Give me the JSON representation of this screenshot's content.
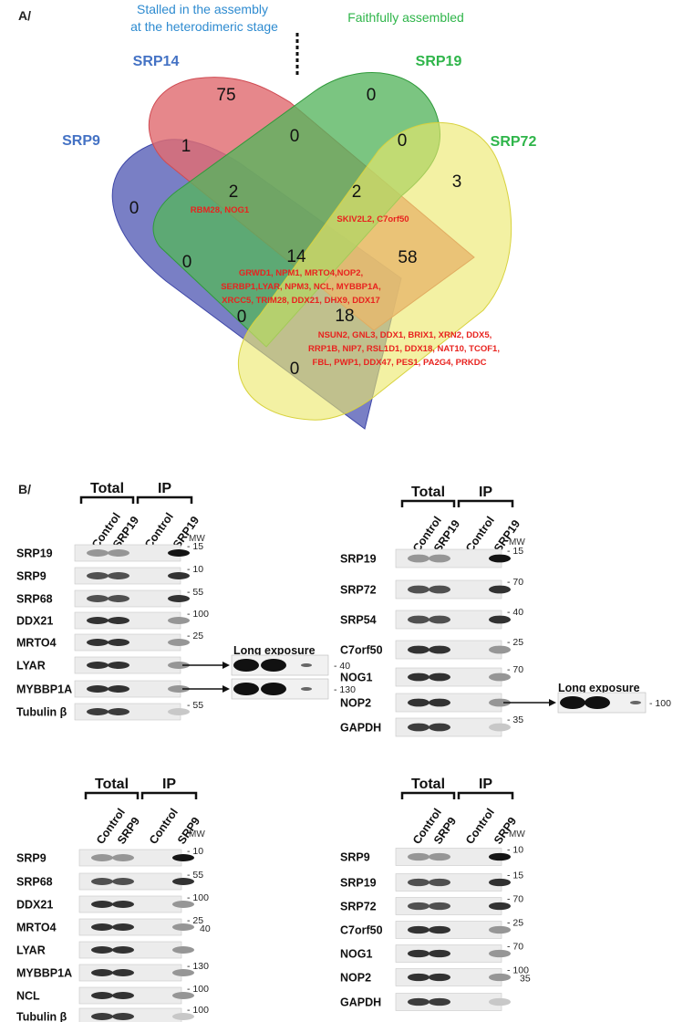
{
  "panel_a": {
    "label": "A/",
    "stalled_label": [
      "Stalled in the assembly",
      "at the heterodimeric stage"
    ],
    "faithful_label": "Faithfully assembled",
    "set_names": {
      "srp14": "SRP14",
      "srp19": "SRP19",
      "srp9": "SRP9",
      "srp72": "SRP72"
    },
    "colors": {
      "srp9": "#5b63b8",
      "srp14": "#e06d72",
      "srp19": "#56b55e",
      "srp72": "#ece86a",
      "blue_text": "#4472c4",
      "green_text": "#2fb54a",
      "blue_title": "#2e8bd0",
      "red_text": "#e8231f"
    },
    "counts": {
      "srp14_only": "75",
      "srp19_only": "0",
      "srp9_only": "0",
      "srp72_only": "3",
      "srp9_srp14": "1",
      "srp14_srp19": "0",
      "srp19_srp72": "0",
      "srp9_srp14_srp19": "2",
      "srp14_srp19_srp72": "2",
      "srp9_srp19": "0",
      "all_four": "14",
      "srp14_srp72": "58",
      "srp9_srp19_srp72": "0",
      "srp9_srp14_srp72": "18",
      "srp9_srp72": "0"
    },
    "genes": {
      "trio_left": "RBM28, NOG1",
      "trio_right": "SKIV2L2, C7orf50",
      "all_four": [
        "GRWD1, NPM1, MRTO4,NOP2,",
        "SERBP1,LYAR, NPM3, NCL, MYBBP1A,",
        "XRCC5, TRIM28, DDX21, DHX9, DDX17"
      ],
      "trio_bottom": [
        "NSUN2, GNL3, DDX1, BRIX1, XRN2, DDX5,",
        "RRP1B, NIP7, RSL1D1, DDX18, NAT10, TCOF1,",
        "FBL, PWP1, DDX47, PES1, PA2G4, PRKDC"
      ]
    }
  },
  "panel_b": {
    "label": "B/",
    "header": {
      "total": "Total",
      "ip": "IP",
      "mw": "MW",
      "control": "Control",
      "long_exposure": "Long exposure"
    },
    "blots": [
      {
        "bait": "SRP19",
        "rows": [
          {
            "name": "SRP19",
            "mw": "15"
          },
          {
            "name": "SRP9",
            "mw": "10"
          },
          {
            "name": "SRP68",
            "mw": "55"
          },
          {
            "name": "DDX21",
            "mw": "100"
          },
          {
            "name": "MRTO4",
            "mw": "25"
          },
          {
            "name": "LYAR",
            "mw": ""
          },
          {
            "name": "MYBBP1A",
            "mw": ""
          },
          {
            "name": "Tubulin β",
            "mw": "55"
          }
        ],
        "long_exposure": [
          {
            "mw": "40"
          },
          {
            "mw": "130"
          }
        ]
      },
      {
        "bait": "SRP19",
        "rows": [
          {
            "name": "SRP19",
            "mw": "15"
          },
          {
            "name": "SRP72",
            "mw": "70"
          },
          {
            "name": "SRP54",
            "mw": "40"
          },
          {
            "name": "C7orf50",
            "mw": "25"
          },
          {
            "name": "NOG1",
            "mw": "70"
          },
          {
            "name": "NOP2",
            "mw": ""
          },
          {
            "name": "GAPDH",
            "mw": "35"
          }
        ],
        "long_exposure": [
          {
            "mw": "100"
          }
        ]
      },
      {
        "bait": "SRP9",
        "rows": [
          {
            "name": "SRP9",
            "mw": "10"
          },
          {
            "name": "SRP68",
            "mw": "55"
          },
          {
            "name": "DDX21",
            "mw": "100"
          },
          {
            "name": "MRTO4",
            "mw": "25",
            "mw2": "40"
          },
          {
            "name": "LYAR",
            "mw": ""
          },
          {
            "name": "MYBBP1A",
            "mw": "130"
          },
          {
            "name": "NCL",
            "mw": "100"
          },
          {
            "name": "Tubulin β",
            "mw": "100"
          }
        ]
      },
      {
        "bait": "SRP9",
        "rows": [
          {
            "name": "SRP9",
            "mw": "10"
          },
          {
            "name": "SRP19",
            "mw": "15"
          },
          {
            "name": "SRP72",
            "mw": "70"
          },
          {
            "name": "C7orf50",
            "mw": "25"
          },
          {
            "name": "NOG1",
            "mw": "70"
          },
          {
            "name": "NOP2",
            "mw": "100",
            "mw2": "35"
          },
          {
            "name": "GAPDH",
            "mw": ""
          }
        ]
      }
    ]
  }
}
